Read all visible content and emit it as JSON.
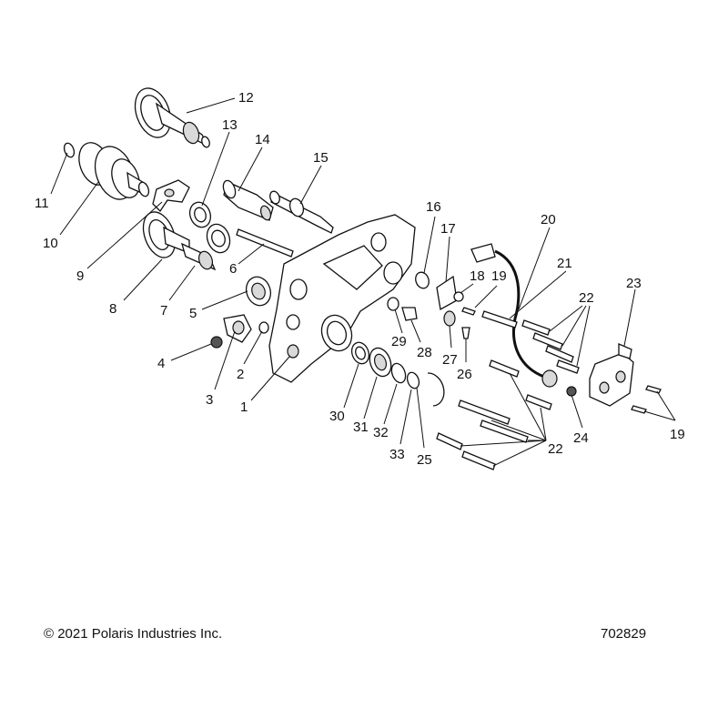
{
  "callouts": [
    {
      "id": "1",
      "label": "1"
    },
    {
      "id": "2",
      "label": "2"
    },
    {
      "id": "3",
      "label": "3"
    },
    {
      "id": "4",
      "label": "4"
    },
    {
      "id": "5",
      "label": "5"
    },
    {
      "id": "6",
      "label": "6"
    },
    {
      "id": "7",
      "label": "7"
    },
    {
      "id": "8",
      "label": "8"
    },
    {
      "id": "9",
      "label": "9"
    },
    {
      "id": "10",
      "label": "10"
    },
    {
      "id": "11",
      "label": "11"
    },
    {
      "id": "12",
      "label": "12"
    },
    {
      "id": "13",
      "label": "13"
    },
    {
      "id": "14",
      "label": "14"
    },
    {
      "id": "15",
      "label": "15"
    },
    {
      "id": "16",
      "label": "16"
    },
    {
      "id": "17",
      "label": "17"
    },
    {
      "id": "18",
      "label": "18"
    },
    {
      "id": "19a",
      "label": "19"
    },
    {
      "id": "19b",
      "label": "19"
    },
    {
      "id": "20",
      "label": "20"
    },
    {
      "id": "21",
      "label": "21"
    },
    {
      "id": "22a",
      "label": "22"
    },
    {
      "id": "22b",
      "label": "22"
    },
    {
      "id": "23",
      "label": "23"
    },
    {
      "id": "24",
      "label": "24"
    },
    {
      "id": "25",
      "label": "25"
    },
    {
      "id": "26",
      "label": "26"
    },
    {
      "id": "27",
      "label": "27"
    },
    {
      "id": "28",
      "label": "28"
    },
    {
      "id": "29",
      "label": "29"
    },
    {
      "id": "30",
      "label": "30"
    },
    {
      "id": "31",
      "label": "31"
    },
    {
      "id": "32",
      "label": "32"
    },
    {
      "id": "33",
      "label": "33"
    }
  ],
  "footer": {
    "copyright": "© 2021 Polaris Industries Inc.",
    "figure_number": "702829"
  }
}
